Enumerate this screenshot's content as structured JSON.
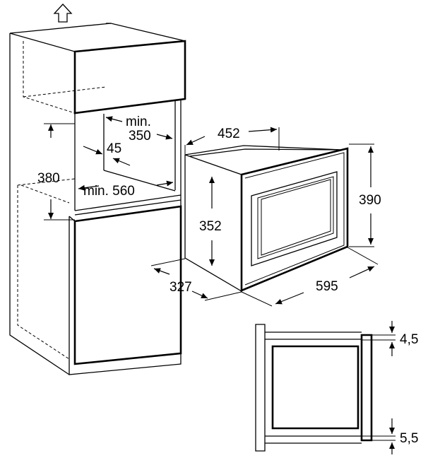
{
  "labels": {
    "cabinet_depth_min": "min.",
    "cabinet_depth": "350",
    "gap": "45",
    "niche_height": "380",
    "niche_width": "min. 560",
    "appliance_width_top": "452",
    "appliance_height": "390",
    "inner_height": "352",
    "appliance_depth": "327",
    "appliance_front_width": "595",
    "top_gap": "4,5",
    "bottom_gap": "5,5"
  },
  "icons": {
    "top": "up-arrow-icon"
  }
}
